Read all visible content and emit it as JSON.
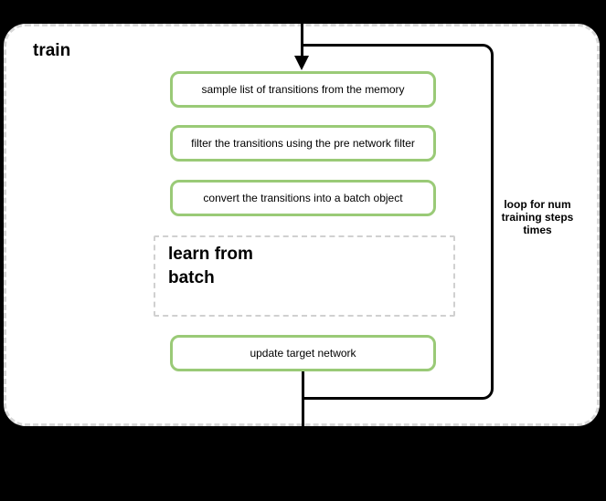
{
  "diagram": {
    "title": "train",
    "steps": [
      {
        "label": "sample list of transitions from the memory"
      },
      {
        "label": "filter the transitions using the pre network filter"
      },
      {
        "label": "convert the transitions into a batch object"
      }
    ],
    "learn_box_label": "learn from batch",
    "update_box_label": "update target network",
    "loop_label": "loop for num training steps times",
    "colors": {
      "background": "#000000",
      "container_fill": "#ffffff",
      "container_border": "#d8d8d8",
      "step_border": "#9aca77",
      "learn_border": "#d0d0d0",
      "line": "#000000",
      "text": "#000000"
    }
  }
}
